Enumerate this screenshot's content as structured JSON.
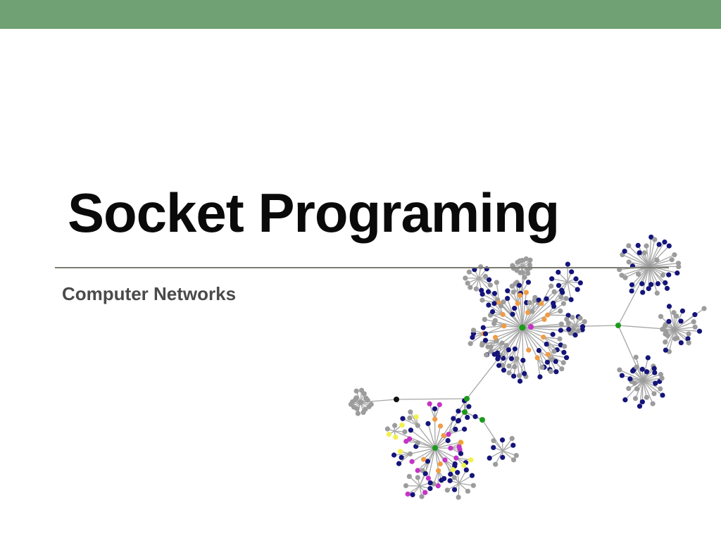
{
  "slide": {
    "title": "Socket Programing",
    "subtitle": "Computer Networks"
  },
  "colors": {
    "top_bar": "#6fa174",
    "divider": "#7c7c74",
    "title_text": "#0a0a0a",
    "subtitle_text": "#4a4a4a",
    "edge": "#a6a6a6",
    "node_gray": "#9c9c9c",
    "node_navy": "#14147a",
    "node_orange": "#ef9c46",
    "node_green": "#1c9a1c",
    "node_purple": "#c632c6",
    "node_yellow": "#f1f14c",
    "node_black": "#111111"
  },
  "illustration": {
    "name": "network-graph-image"
  }
}
